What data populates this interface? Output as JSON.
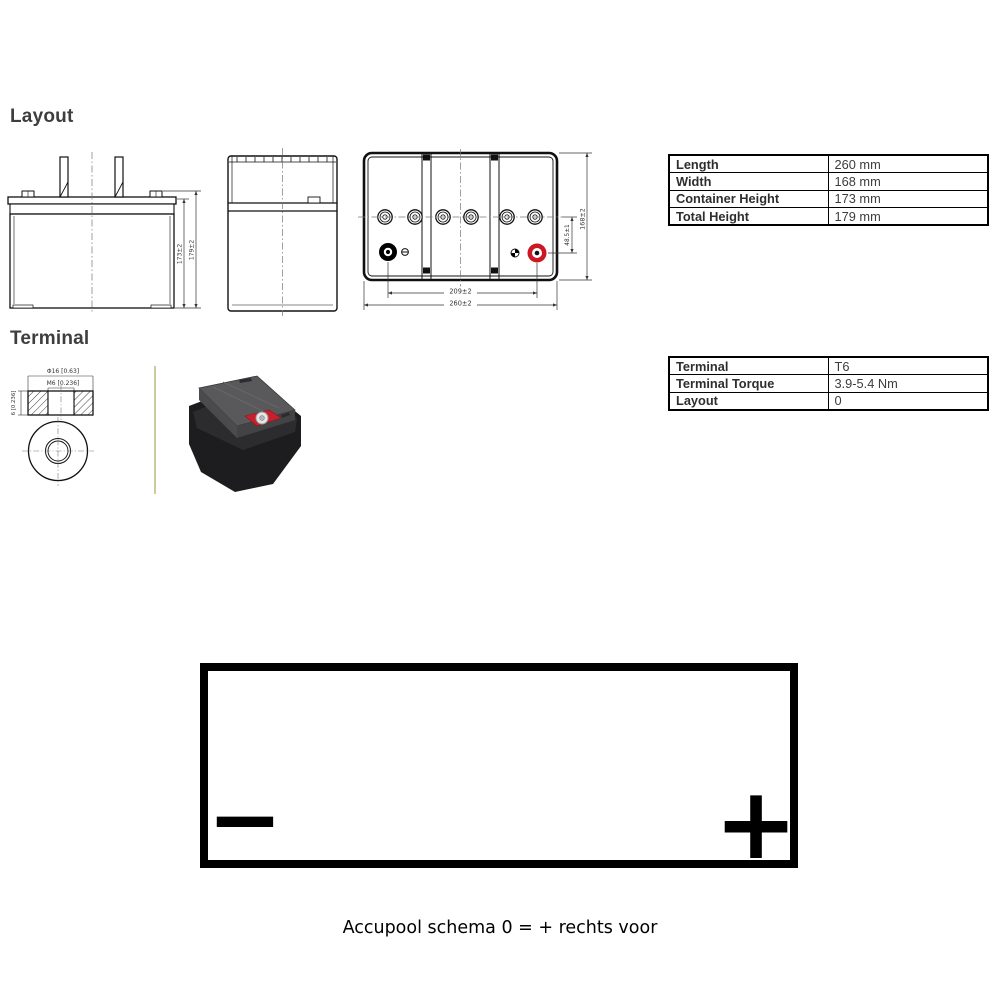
{
  "page": {
    "layout_heading": "Layout",
    "terminal_heading": "Terminal",
    "caption": "Accupool schema 0 = + rechts voor"
  },
  "dimensions_table": {
    "rows": [
      {
        "label": "Length",
        "value": "260 mm"
      },
      {
        "label": "Width",
        "value": "168 mm"
      },
      {
        "label": "Container Height",
        "value": "173 mm"
      },
      {
        "label": "Total Height",
        "value": "179 mm"
      }
    ]
  },
  "terminal_table": {
    "rows": [
      {
        "label": "Terminal",
        "value": "T6"
      },
      {
        "label": "Terminal Torque",
        "value": "3.9-5.4 Nm"
      },
      {
        "label": "Layout",
        "value": "0"
      }
    ]
  },
  "drawings": {
    "front_view": {
      "container_height": "173±2",
      "total_height": "179±2"
    },
    "top_view": {
      "terminal_pitch": "209±2",
      "length": "260±2",
      "width": "168±2",
      "terminal_offset": "48.5±1"
    },
    "terminal_detail": {
      "diameter": "Φ16 [0.63]",
      "thread": "M6 [0.236]",
      "height": "6 [0.236]"
    }
  },
  "schema": {
    "negative_symbol": "−",
    "positive_symbol": "+"
  },
  "colors": {
    "heading_text": "#3e3e3e",
    "positive_terminal_red": "#cc1724",
    "negative_terminal_black": "#000000",
    "render_body_black": "#1d1d1f",
    "render_lid_gray": "#59595b",
    "render_terminal_red": "#c5202c",
    "separator_tan": "#cfc9a0"
  }
}
